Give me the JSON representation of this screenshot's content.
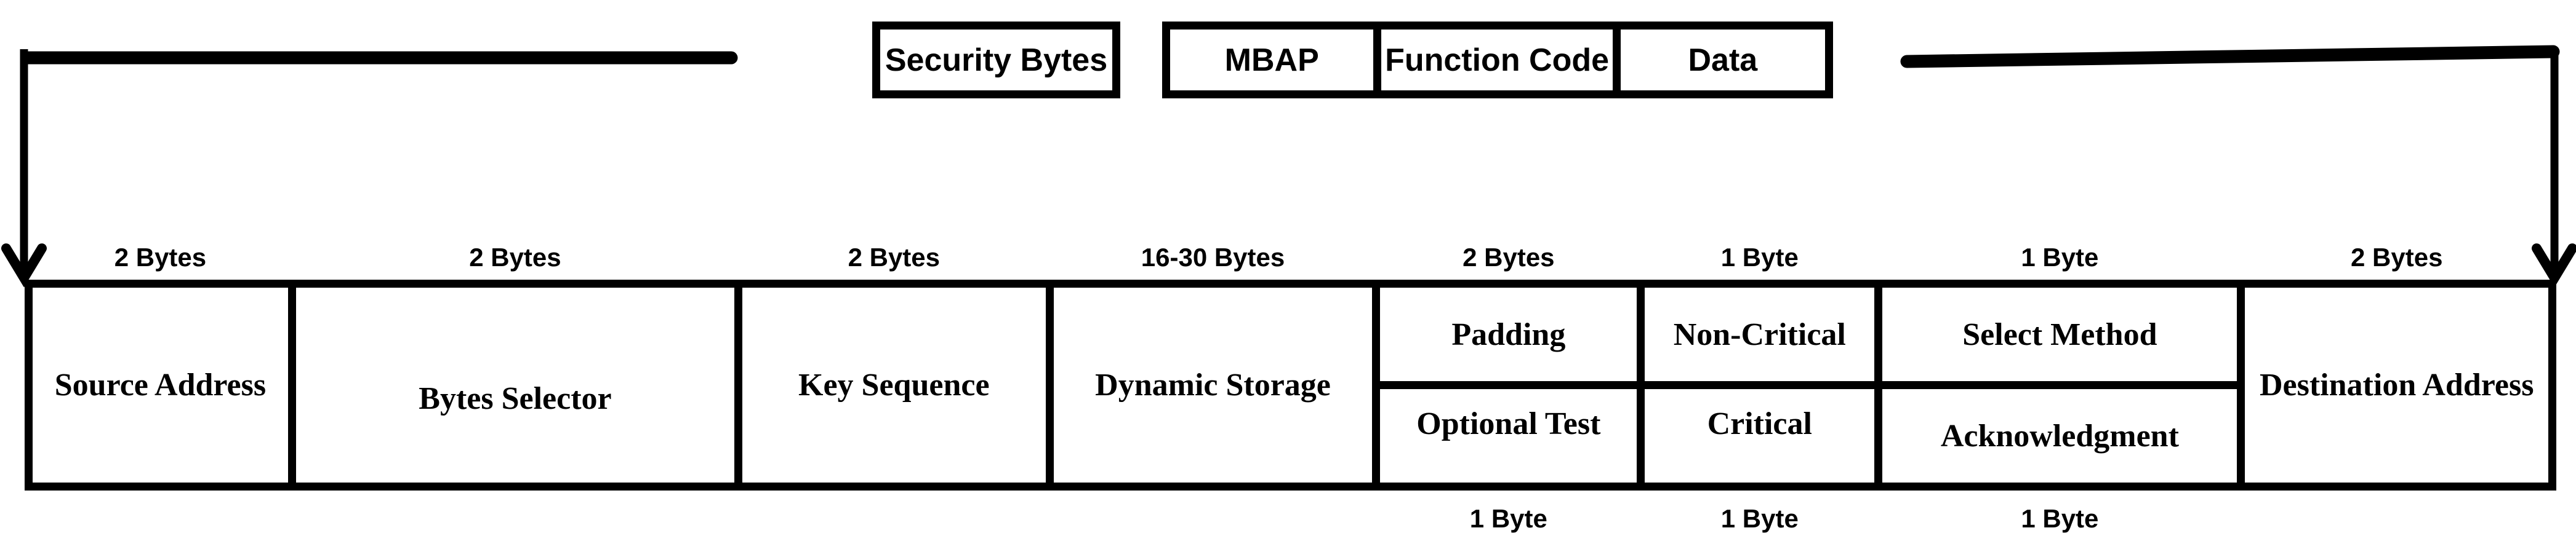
{
  "colors": {
    "ink": "#000000",
    "paper": "#ffffff"
  },
  "top": {
    "security_box": "Security Bytes",
    "mbap_boxes": [
      "MBAP",
      "Function Code",
      "Data"
    ]
  },
  "frame": {
    "columns": [
      {
        "size": "2 Bytes",
        "cells": [
          "Source Address"
        ]
      },
      {
        "size": "2 Bytes",
        "cells": [
          "Bytes Selector"
        ]
      },
      {
        "size": "2 Bytes",
        "cells": [
          "Key Sequence"
        ]
      },
      {
        "size": "16-30 Bytes",
        "cells": [
          "Dynamic Storage"
        ]
      },
      {
        "size": "2 Bytes",
        "cells": [
          "Padding",
          "Optional Test"
        ],
        "bottom_size": "1 Byte"
      },
      {
        "size": "1 Byte",
        "cells": [
          "Non-Critical",
          "Critical"
        ],
        "bottom_size": "1 Byte"
      },
      {
        "size": "1 Byte",
        "cells": [
          "Select Method",
          "Acknowledgment"
        ],
        "bottom_size": "1 Byte"
      },
      {
        "size": "2 Bytes",
        "cells": [
          "Destination Address"
        ]
      }
    ]
  }
}
